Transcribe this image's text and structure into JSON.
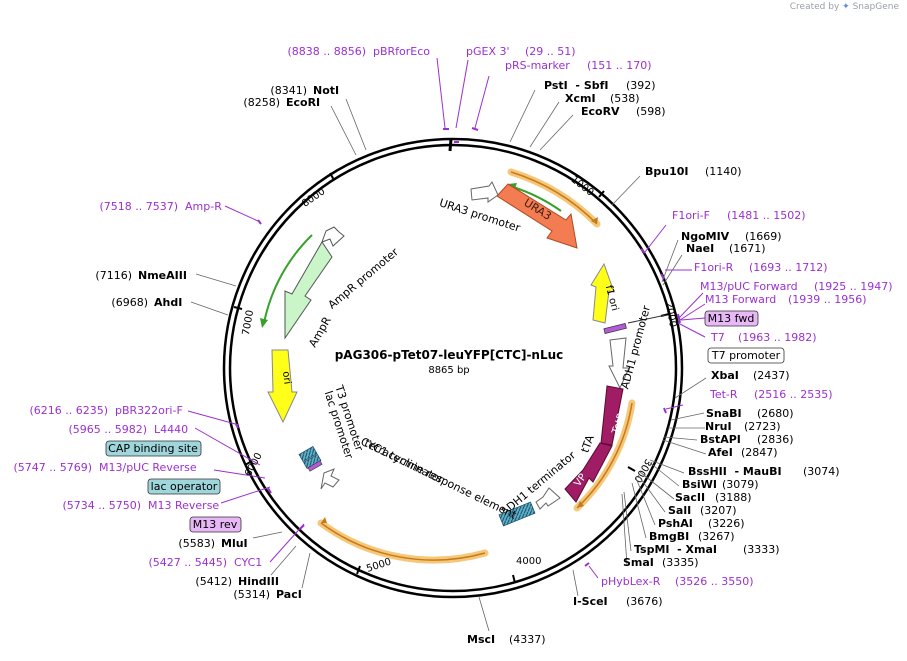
{
  "credit": {
    "prefix": "Created by",
    "brand": "SnapGene"
  },
  "map": {
    "name": "pAG306-pTet07-leuYFP[CTC]-nLuc",
    "length_label": "8865 bp",
    "total_bp": 8865
  },
  "ticks": [
    {
      "bp": 1000,
      "label": "1000"
    },
    {
      "bp": 2000,
      "label": "2000"
    },
    {
      "bp": 3000,
      "label": "3000"
    },
    {
      "bp": 4000,
      "label": "4000"
    },
    {
      "bp": 5000,
      "label": "5000"
    },
    {
      "bp": 6000,
      "label": "6000"
    },
    {
      "bp": 7000,
      "label": "7000"
    },
    {
      "bp": 8000,
      "label": "8000"
    }
  ],
  "enzymes": [
    {
      "name": "NotI",
      "pos": "(8341)",
      "bp": 8341
    },
    {
      "name": "EcoRI",
      "pos": "(8258)",
      "bp": 8258
    },
    {
      "name": "PstI  - SbfI",
      "pos": "(392)",
      "bp": 392
    },
    {
      "name": "XcmI",
      "pos": "(538)",
      "bp": 538
    },
    {
      "name": "EcoRV",
      "pos": "(598)",
      "bp": 598
    },
    {
      "name": "Bpu10I",
      "pos": "(1140)",
      "bp": 1140
    },
    {
      "name": "NgoMIV",
      "pos": "(1669)",
      "bp": 1669
    },
    {
      "name": "NaeI",
      "pos": "(1671)",
      "bp": 1671
    },
    {
      "name": "XbaI",
      "pos": "(2437)",
      "bp": 2437
    },
    {
      "name": "SnaBI",
      "pos": "(2680)",
      "bp": 2680
    },
    {
      "name": "NruI",
      "pos": "(2723)",
      "bp": 2723
    },
    {
      "name": "BstAPI",
      "pos": "(2836)",
      "bp": 2836
    },
    {
      "name": "AfeI",
      "pos": "(2847)",
      "bp": 2847
    },
    {
      "name": "BssHII  - MauBI",
      "pos": "(3074)",
      "bp": 3074
    },
    {
      "name": "BsiWI",
      "pos": "(3079)",
      "bp": 3079
    },
    {
      "name": "SacII",
      "pos": "(3188)",
      "bp": 3188
    },
    {
      "name": "SalI",
      "pos": "(3207)",
      "bp": 3207
    },
    {
      "name": "PshAI",
      "pos": "(3226)",
      "bp": 3226
    },
    {
      "name": "BmgBI",
      "pos": "(3267)",
      "bp": 3267
    },
    {
      "name": "TspMI  - XmaI",
      "pos": "(3333)",
      "bp": 3333
    },
    {
      "name": "SmaI",
      "pos": "(3335)",
      "bp": 3335
    },
    {
      "name": "I-SceI",
      "pos": "(3676)",
      "bp": 3676
    },
    {
      "name": "MscI",
      "pos": "(4337)",
      "bp": 4337
    },
    {
      "name": "PacI",
      "pos": "(5314)",
      "bp": 5314
    },
    {
      "name": "HindIII",
      "pos": "(5412)",
      "bp": 5412
    },
    {
      "name": "MluI",
      "pos": "(5583)",
      "bp": 5583
    },
    {
      "name": "AhdI",
      "pos": "(6968)",
      "bp": 6968
    },
    {
      "name": "NmeAIII",
      "pos": "(7116)",
      "bp": 7116
    }
  ],
  "primers": [
    {
      "name": "pBRforEco",
      "range": "(8838 .. 8856)"
    },
    {
      "name": "pGEX 3'",
      "range": "(29 .. 51)"
    },
    {
      "name": "pRS-marker",
      "range": "(151 .. 170)"
    },
    {
      "name": "F1ori-F",
      "range": "(1481 .. 1502)"
    },
    {
      "name": "F1ori-R",
      "range": "(1693 .. 1712)"
    },
    {
      "name": "M13/pUC Forward",
      "range": "(1925 .. 1947)"
    },
    {
      "name": "M13 Forward",
      "range": "(1939 .. 1956)"
    },
    {
      "name": "T7",
      "range": "(1963 .. 1982)"
    },
    {
      "name": "Tet-R",
      "range": "(2516 .. 2535)"
    },
    {
      "name": "pHybLex-R",
      "range": "(3526 .. 3550)"
    },
    {
      "name": "CYC1",
      "range": "(5427 .. 5445)"
    },
    {
      "name": "M13 Reverse",
      "range": "(5734 .. 5750)"
    },
    {
      "name": "M13/pUC Reverse",
      "range": "(5747 .. 5769)"
    },
    {
      "name": "L4440",
      "range": "(5965 .. 5982)"
    },
    {
      "name": "pBR322ori-F",
      "range": "(6216 .. 6235)"
    },
    {
      "name": "Amp-R",
      "range": "(7518 .. 7537)"
    }
  ],
  "boxed_features": [
    {
      "name": "M13 fwd",
      "style": "primer"
    },
    {
      "name": "T7 promoter",
      "style": "plain"
    },
    {
      "name": "CAP binding site",
      "style": "cyan"
    },
    {
      "name": "lac operator",
      "style": "cyan"
    },
    {
      "name": "M13 rev",
      "style": "primer"
    }
  ],
  "features": [
    {
      "name": "URA3 promoter"
    },
    {
      "name": "URA3"
    },
    {
      "name": "f1 ori"
    },
    {
      "name": "ADH1 promoter"
    },
    {
      "name": "TetR"
    },
    {
      "name": "tTA"
    },
    {
      "name": "VP"
    },
    {
      "name": "ADH1 terminator"
    },
    {
      "name": "tetracycline response element"
    },
    {
      "name": "CYC1 terminator"
    },
    {
      "name": "T3 promoter"
    },
    {
      "name": "lac promoter"
    },
    {
      "name": "ori"
    },
    {
      "name": "AmpR"
    },
    {
      "name": "AmpR promoter"
    }
  ],
  "colors": {
    "backbone": "#000000",
    "primer": "#9b30d0",
    "primer_box_fill": "#e7b8f5",
    "cyan_box_fill": "#9fd6dc",
    "ura3": "#f47c52",
    "f1ori": "#ffff1a",
    "ori": "#ffff1a",
    "tetR": "#a01c64",
    "ampR": "#c9f5c9",
    "orf_highlight": "#f7c778",
    "orf_line": "#c47a1e",
    "green_orf": "#37a12b"
  }
}
